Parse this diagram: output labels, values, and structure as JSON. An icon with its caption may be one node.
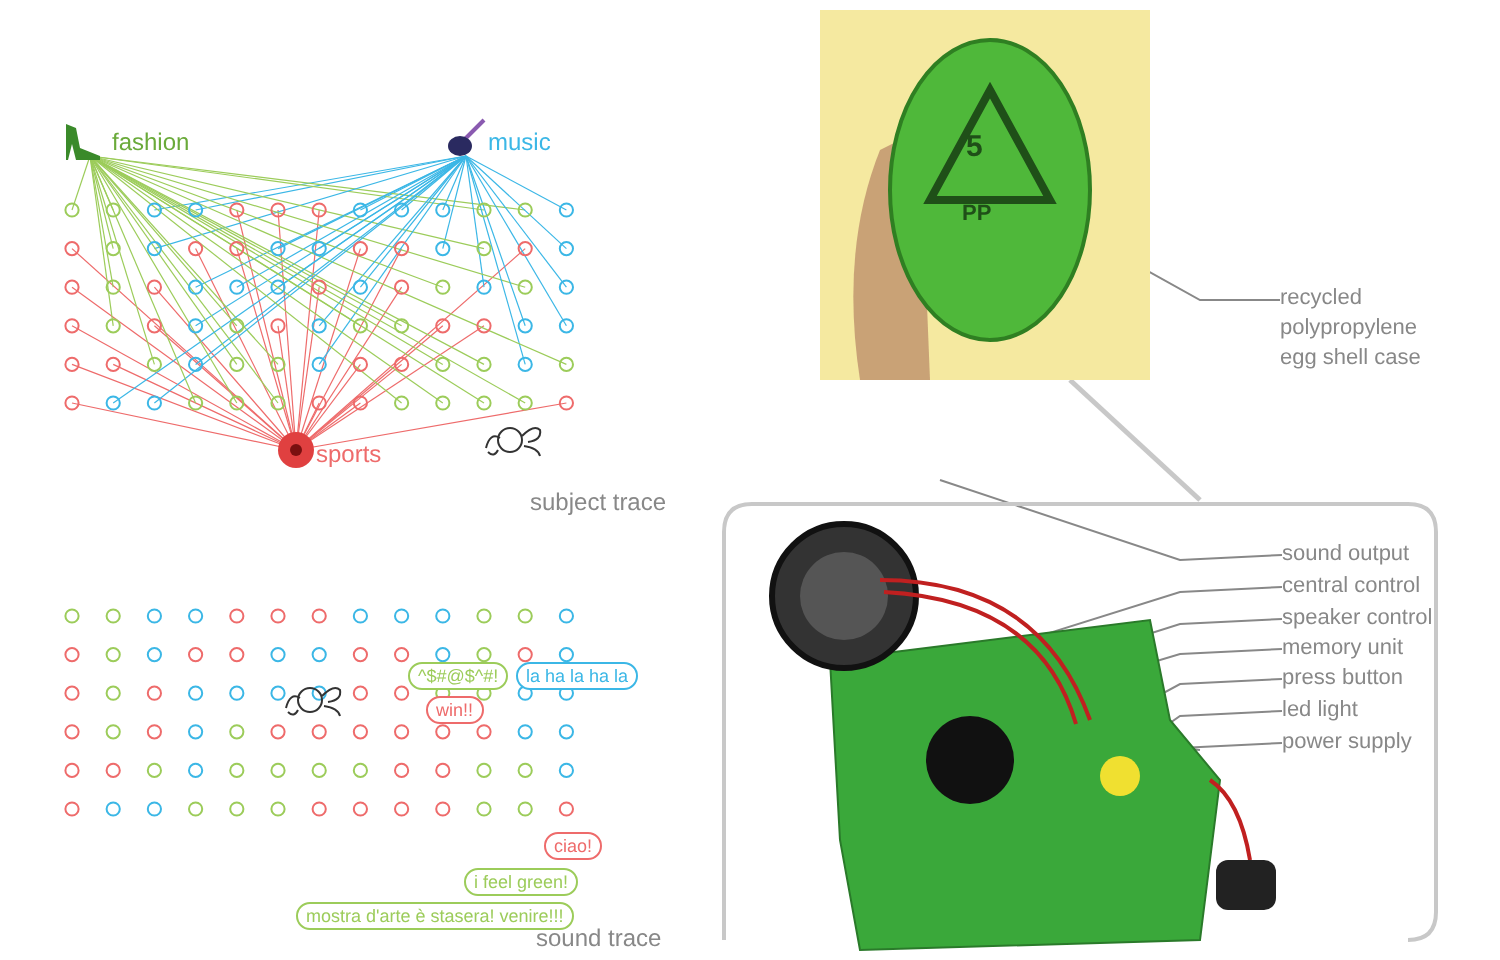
{
  "diagram": {
    "nodes": [
      {
        "text": [
          "fashion"
        ]
      },
      {
        "text": [
          "music"
        ]
      },
      {
        "text": [
          "sports"
        ]
      },
      {
        "text": [],
        "shape": "picture"
      },
      {
        "text": [
          "recycled polypropylene egg shell case"
        ]
      },
      {
        "text": [],
        "shape": "box"
      },
      {
        "text": [],
        "shape": "picture",
        "in": 5
      },
      {
        "text": [
          "sound output"
        ],
        "in": 5
      },
      {
        "text": [
          "central control"
        ],
        "in": 5
      },
      {
        "text": [
          "speaker control"
        ],
        "in": 5
      },
      {
        "text": [
          "memory unit"
        ],
        "in": 5
      },
      {
        "text": [
          "press button"
        ],
        "in": 5
      },
      {
        "text": [
          "led light"
        ],
        "in": 5
      },
      {
        "text": [
          "power supply"
        ],
        "in": 5
      },
      {
        "text": [
          "^$#@$^#!"
        ]
      },
      {
        "text": [
          "la ha la ha la"
        ]
      },
      {
        "text": [
          "win!!"
        ]
      },
      {
        "text": [
          "ciao!"
        ]
      },
      {
        "text": [
          "i feel green!"
        ]
      },
      {
        "text": [
          "mostra d'arte è stasera! venire!!!"
        ]
      }
    ],
    "edges": [
      {
        "from": 4,
        "to": 3,
        "arrow": "none"
      },
      {
        "from": 3,
        "to": 5,
        "arrow": "none",
        "style": "thick"
      },
      {
        "from": 7,
        "to": 6,
        "arrow": "none"
      },
      {
        "from": 8,
        "to": 6,
        "arrow": "none"
      },
      {
        "from": 9,
        "to": 6,
        "arrow": "none"
      },
      {
        "from": 10,
        "to": 6,
        "arrow": "none"
      },
      {
        "from": 11,
        "to": 6,
        "arrow": "none"
      },
      {
        "from": 12,
        "to": 6,
        "arrow": "none"
      },
      {
        "from": 13,
        "to": 6,
        "arrow": "none"
      }
    ],
    "labels": [
      "5",
      "PP",
      "subject trace",
      "sound trace"
    ]
  }
}
